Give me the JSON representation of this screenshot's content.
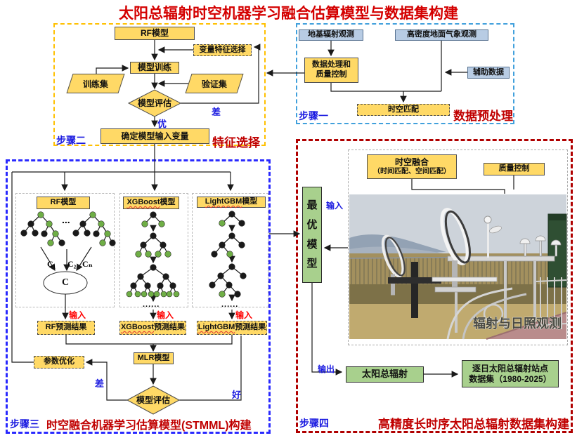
{
  "title": "太阳总辐射时空机器学习融合估算模型与数据集构建",
  "colors": {
    "yellow_fill": "#ffd966",
    "blue_fill": "#b8cce4",
    "green_fill": "#a8d08d",
    "step2_border": "#ffc000",
    "step1_border": "#41a0dc",
    "step3_border": "#2929ff",
    "step4_border": "#b00000",
    "title_red": "#d40000",
    "section_red": "#c00000",
    "label_blue": "#1a1ae0",
    "label_red": "#ff0000",
    "tree_node_green": "#6fae46",
    "tree_node_black": "#1a1a1a"
  },
  "step1": {
    "step_label": "步骤一",
    "section_title": "数据预处理",
    "ground_obs": "地基辐射观测",
    "met_obs": "高密度地面气象观测",
    "processing_l1": "数据处理和",
    "processing_l2": "质量控制",
    "auxiliary": "辅助数据",
    "matching": "时空匹配"
  },
  "step2": {
    "step_label": "步骤二",
    "section_title": "特征选择",
    "rf_model": "RF模型",
    "var_select": "变量特征选择",
    "train": "模型训练",
    "train_set": "训练集",
    "valid_set": "验证集",
    "evaluate": "模型评估",
    "bad": "差",
    "good": "优",
    "confirm": "确定模型输入变量"
  },
  "step3": {
    "step_label": "步骤三",
    "section_title": "时空融合机器学习估算模型(STMML)构建",
    "input_label": "输入",
    "rf": {
      "title": "RF模型",
      "dots": "...",
      "c1": "C₁",
      "c2": "C₂",
      "cn": "Cₙ",
      "c": "C",
      "result": "RF预测结果"
    },
    "xgb": {
      "title_en": "XGBoost",
      "title_zh": "模型",
      "dots": "......",
      "result_en": "XGBoost",
      "result_zh": "预测结果"
    },
    "lgb": {
      "title_en": "LightGBM",
      "title_zh": "模型",
      "dots": "......",
      "result_en": "LightGBM",
      "result_zh": "预测结果"
    },
    "mlr": "MLR模型",
    "param_opt": "参数优化",
    "evaluate": "模型评估",
    "bad": "差",
    "good": "好"
  },
  "step4": {
    "step_label": "步骤四",
    "section_title": "高精度长时序太阳总辐射数据集构建",
    "fusion_l1": "时空融合",
    "fusion_l2": "（时间匹配、空间匹配）",
    "qc": "质量控制",
    "best_model": "最优模型",
    "input_label": "输入",
    "output_label": "输出",
    "photo_caption": "辐射与日照观测",
    "solar": "太阳总辐射",
    "dataset_l1": "逐日太阳总辐射站点",
    "dataset_l2": "数据集（1980-2025）"
  }
}
